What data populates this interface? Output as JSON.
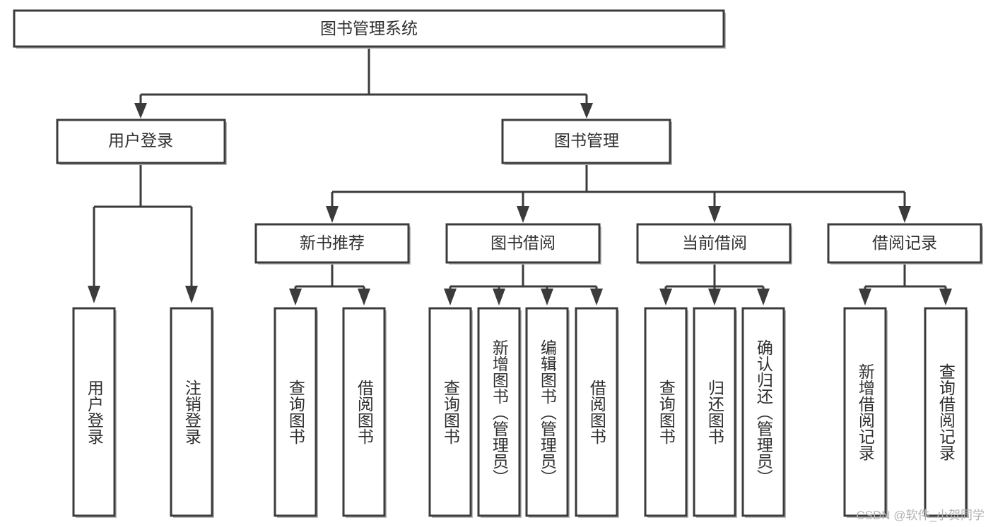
{
  "diagram": {
    "type": "tree-hierarchy-diagram",
    "title": "图书管理系统",
    "background_color": "#ffffff",
    "box_border_color": "#3b3b3b",
    "box_fill_color": "#ffffff",
    "text_color": "#2f2f2f",
    "connector_color": "#3b3b3b",
    "root": {
      "label": "图书管理系统"
    },
    "level1": [
      {
        "label": "用户登录"
      },
      {
        "label": "图书管理"
      }
    ],
    "level2": [
      {
        "label": "新书推荐"
      },
      {
        "label": "图书借阅"
      },
      {
        "label": "当前借阅"
      },
      {
        "label": "借阅记录"
      }
    ],
    "leaves_user_login": [
      {
        "label": "用户登录"
      },
      {
        "label": "注销登录"
      }
    ],
    "leaves_new_book": [
      {
        "label": "查询图书"
      },
      {
        "label": "借阅图书"
      }
    ],
    "leaves_borrow_book": [
      {
        "label": "查询图书"
      },
      {
        "label": "新增图书（管理员）"
      },
      {
        "label": "编辑图书（管理员）"
      },
      {
        "label": "借阅图书"
      }
    ],
    "leaves_current_borrow": [
      {
        "label": "查询图书"
      },
      {
        "label": "归还图书"
      },
      {
        "label": "确认归还（管理员）"
      }
    ],
    "leaves_borrow_record": [
      {
        "label": "新增借阅记录"
      },
      {
        "label": "查询借阅记录"
      }
    ]
  },
  "watermark": {
    "text": "CSDN @软件_小贺同学"
  }
}
